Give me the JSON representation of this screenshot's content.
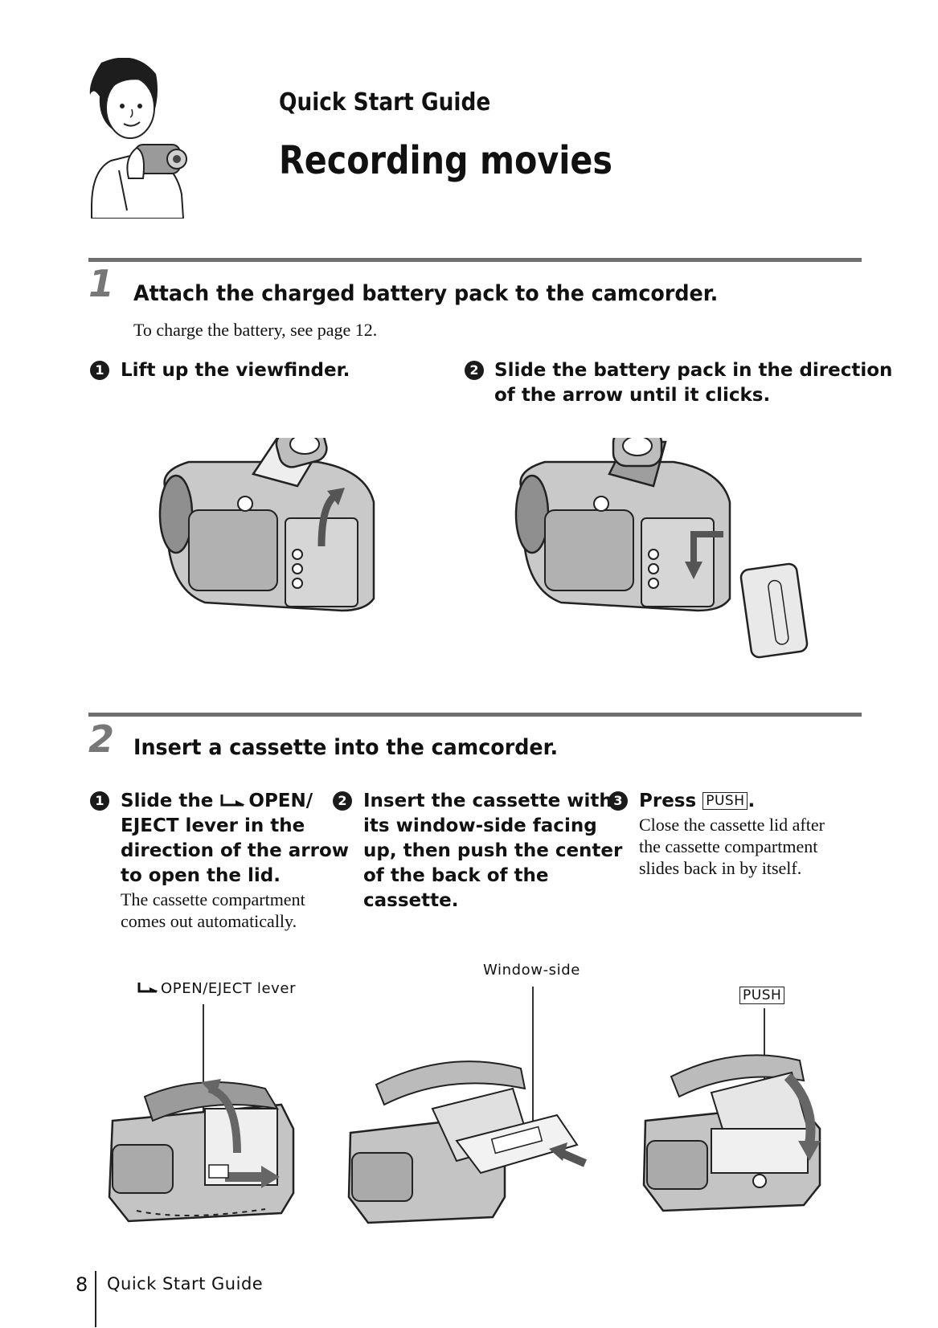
{
  "header": {
    "kicker": "Quick Start Guide",
    "title": "Recording movies"
  },
  "step1": {
    "number": "1",
    "heading": "Attach the charged battery pack to the camcorder.",
    "note": "To charge the battery, see page 12.",
    "sub1": {
      "bullet": "1",
      "text": "Lift up the viewfinder."
    },
    "sub2": {
      "bullet": "2",
      "text_line1": "Slide the battery pack in the direction",
      "text_line2": "of the arrow until it clicks."
    }
  },
  "step2": {
    "number": "2",
    "heading": "Insert a cassette into the camcorder.",
    "sub1": {
      "bullet": "1",
      "line1_prefix": "Slide the",
      "line1_suffix": "OPEN/",
      "line2": "EJECT lever in the",
      "line3": "direction of the arrow",
      "line4": "to open the lid.",
      "body1": "The cassette compartment",
      "body2": "comes out automatically."
    },
    "sub2": {
      "bullet": "2",
      "line1": "Insert the cassette with",
      "line2": "its window-side facing",
      "line3": "up, then push the center",
      "line4": "of the back of the",
      "line5": "cassette."
    },
    "sub3": {
      "bullet": "3",
      "prefix": "Press",
      "push_label": "PUSH",
      "suffix": ".",
      "body1": "Close the cassette lid after",
      "body2": "the cassette compartment",
      "body3": "slides back in by itself."
    },
    "callouts": {
      "lever": "OPEN/EJECT lever",
      "window": "Window-side",
      "push": "PUSH"
    }
  },
  "footer": {
    "page_number": "8",
    "label": "Quick Start Guide"
  }
}
